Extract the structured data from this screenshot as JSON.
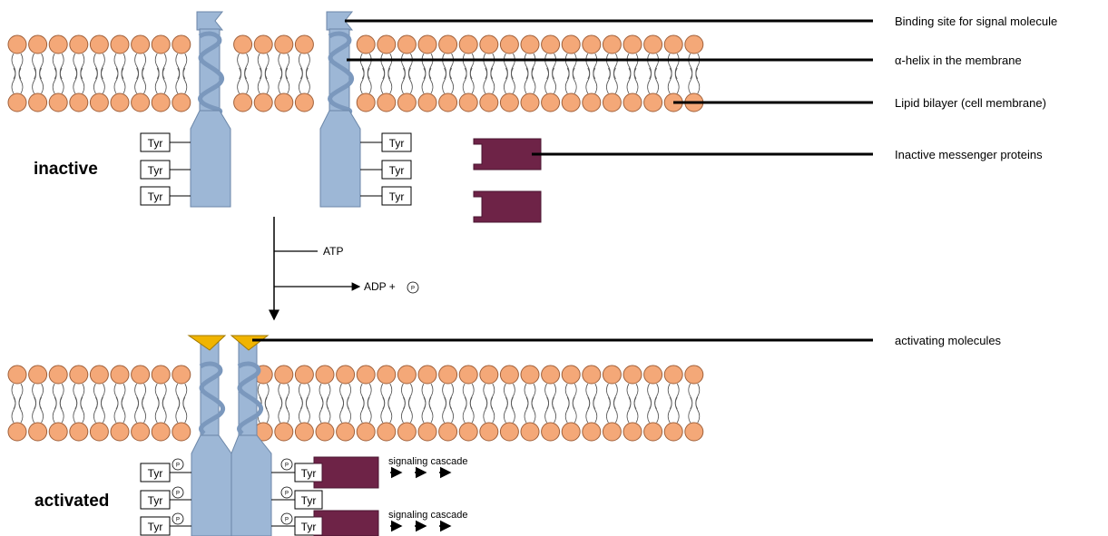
{
  "labels": {
    "binding_site": "Binding site for signal molecule",
    "alpha_helix": "α-helix in the membrane",
    "lipid_bilayer": "Lipid bilayer (cell membrane)",
    "inactive_messenger": "Inactive messenger proteins",
    "activating_molecules": "activating molecules"
  },
  "states": {
    "inactive": "inactive",
    "activated": "activated"
  },
  "reaction": {
    "atp": "ATP",
    "adp": "ADP +",
    "phosphate_symbol": "P"
  },
  "residue": "Tyr",
  "cascade": "signaling cascade",
  "colors": {
    "membrane_head": "#f4a878",
    "membrane_head_stroke": "#a0603a",
    "receptor": "#9db7d6",
    "receptor_stroke": "#6b86a8",
    "messenger_protein": "#6e2347",
    "activating_molecule": "#f0b400",
    "leader_line": "#000000"
  }
}
